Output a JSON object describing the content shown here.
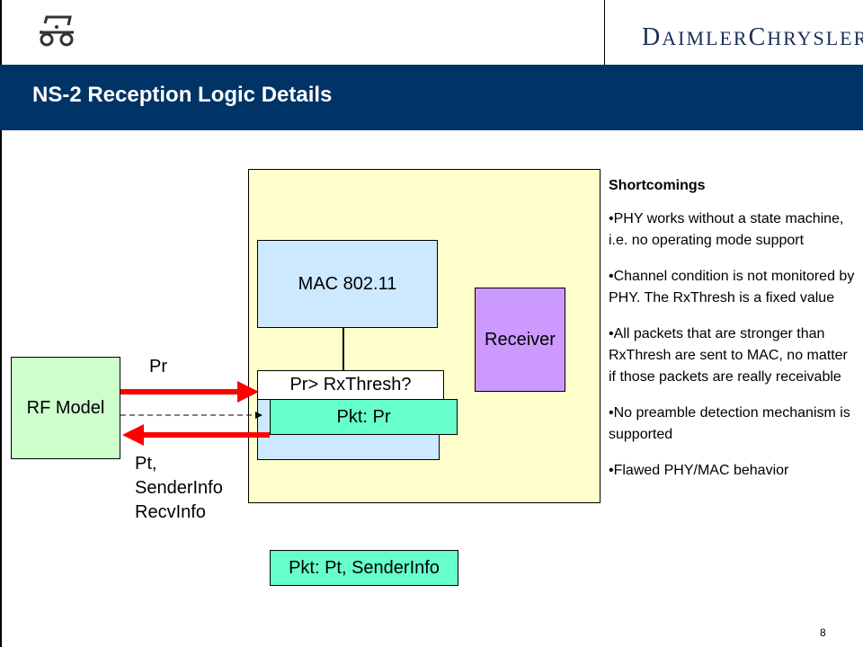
{
  "slide": {
    "title": "NS-2 Reception Logic Details",
    "brand": {
      "first_initial": "D",
      "first_rest": "AIMLER",
      "second_initial": "C",
      "second_rest": "HRYSLER"
    },
    "page_number": "8"
  },
  "diagram": {
    "mac_label": "MAC 802.11",
    "receiver_label": "Receiver",
    "threshold_label": "Pr> RxThresh?",
    "pkt_pr_label": "Pkt: Pr",
    "pkt_sender_label": "Pkt: Pt, SenderInfo",
    "rf_model_label": "RF Model",
    "pr_label": "Pr",
    "pt_label": "Pt,\nSenderInfo\nRecvInfo",
    "colors": {
      "node": "#ffffcc",
      "mac": "#cce9ff",
      "receiver": "#cc99ff",
      "packet": "#66ffcc",
      "rf_model": "#ccffcc",
      "arrow": "#ff0000"
    }
  },
  "shortcomings": {
    "heading": "Shortcomings",
    "items": [
      "•PHY works without a state machine, i.e. no operating mode support",
      "•Channel condition is not monitored by PHY. The RxThresh is a fixed value",
      "•All packets that are stronger than RxThresh are sent to MAC, no matter if those packets are really receivable",
      "•No preamble detection mechanism is supported",
      "•Flawed PHY/MAC behavior"
    ]
  }
}
